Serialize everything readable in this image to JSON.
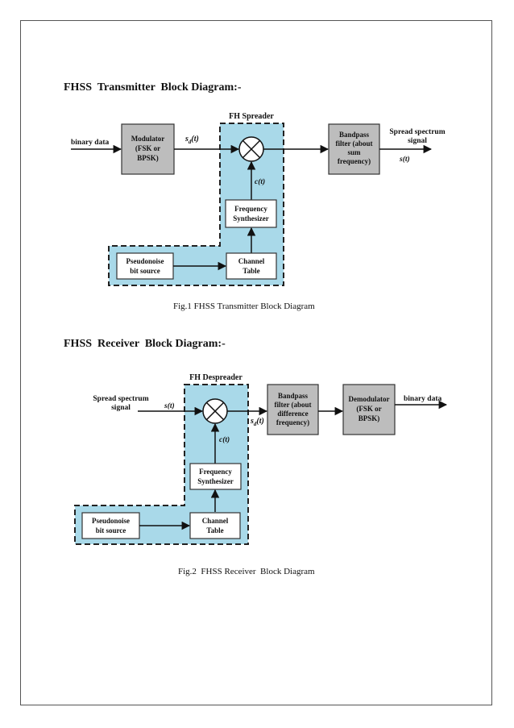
{
  "transmitter": {
    "heading": "FHSS  Transmitter  Block Diagram:-",
    "spreader_label": "FH Spreader",
    "input_label": "binary data",
    "modulator": [
      "Modulator",
      "(FSK or",
      "BPSK)"
    ],
    "sd_symbol": "s",
    "sd_subscript": "d",
    "sd_arg": "(t)",
    "c_label": "c(t)",
    "freq_synth": [
      "Frequency",
      "Synthesizer"
    ],
    "pn_source": [
      "Pseudonoise",
      "bit source"
    ],
    "channel_table": [
      "Channel",
      "Table"
    ],
    "bandpass": [
      "Bandpass",
      "filter (about",
      "sum",
      "frequency)"
    ],
    "output_label": [
      "Spread spectrum",
      "signal"
    ],
    "s_label": "s(t)",
    "caption": "Fig.1 FHSS Transmitter Block Diagram"
  },
  "receiver": {
    "heading": "FHSS  Receiver  Block Diagram:-",
    "despreader_label": "FH Despreader",
    "input_label": [
      "Spread spectrum",
      "signal"
    ],
    "s_label": "s(t)",
    "c_label": "c(t)",
    "freq_synth": [
      "Frequency",
      "Synthesizer"
    ],
    "pn_source": [
      "Pseudonoise",
      "bit source"
    ],
    "channel_table": [
      "Channel",
      "Table"
    ],
    "sd_symbol": "s",
    "sd_subscript": "d",
    "sd_arg": "(t)",
    "bandpass": [
      "Bandpass",
      "filter (about",
      "difference",
      "frequency)"
    ],
    "demodulator": [
      "Demodulator",
      "(FSK or",
      "BPSK)"
    ],
    "output_label": "binary data",
    "caption": "Fig.2  FHSS Receiver  Block Diagram"
  },
  "colors": {
    "spreader_fill": "#a9d9e9",
    "gray_block": "#bdbdbd",
    "white_block": "#ffffff",
    "line": "#111111"
  }
}
